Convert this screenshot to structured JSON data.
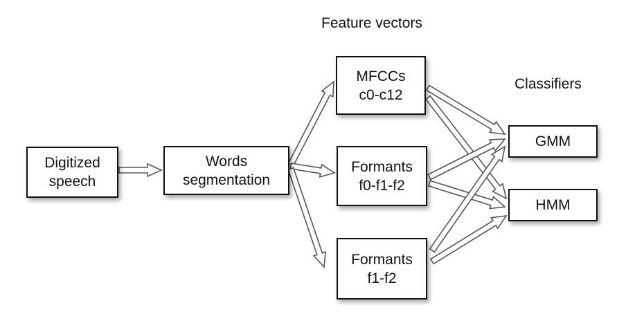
{
  "headings": {
    "feature_vectors": "Feature vectors",
    "classifiers": "Classifiers"
  },
  "nodes": {
    "digitized": {
      "line1": "Digitized",
      "line2": "speech"
    },
    "words": {
      "line1": "Words",
      "line2": "segmentation"
    },
    "mfcc": {
      "line1": "MFCCs",
      "line2": "c0-c12"
    },
    "formants_f0": {
      "line1": "Formants",
      "line2": "f0-f1-f2"
    },
    "formants_f1": {
      "line1": "Formants",
      "line2": "f1-f2"
    },
    "gmm": {
      "line1": "GMM"
    },
    "hmm": {
      "line1": "HMM"
    }
  },
  "colors": {
    "box_border": "#111111",
    "arrow_stroke": "#555555",
    "arrow_fill": "#ffffff",
    "text": "#111111"
  }
}
